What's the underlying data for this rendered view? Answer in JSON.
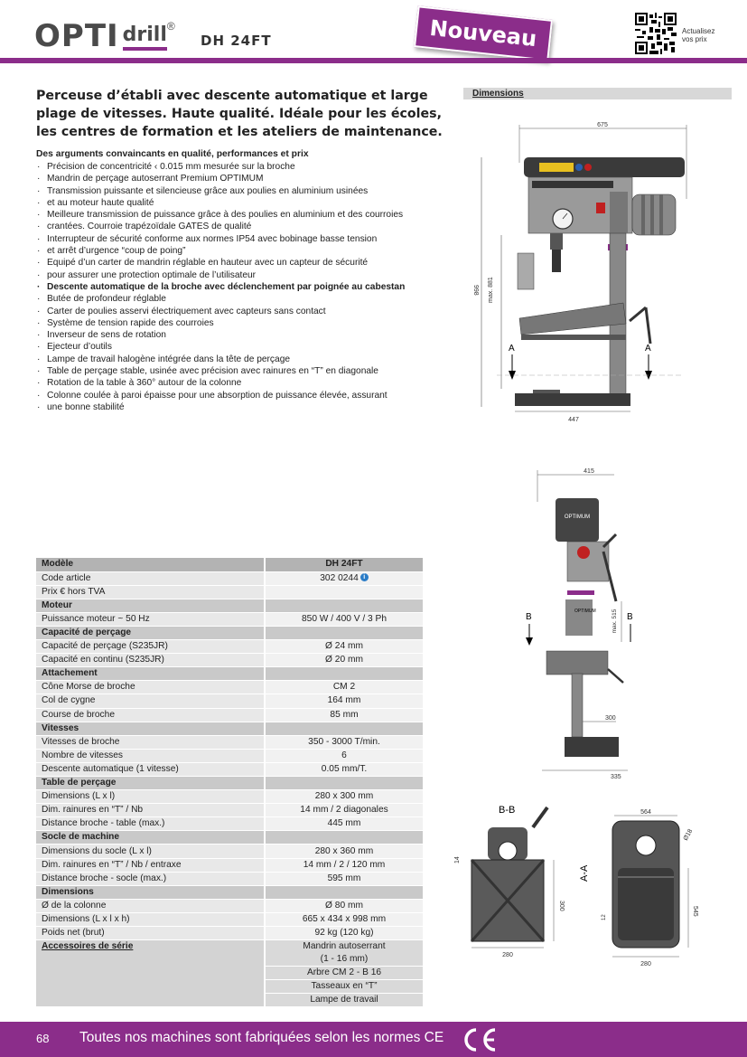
{
  "header": {
    "logo_opti": "OPTI",
    "logo_drill": "drill",
    "logo_reg": "®",
    "model": "DH 24FT",
    "badge": "Nouveau",
    "qr_caption_1": "Actualisez",
    "qr_caption_2": "vos prix"
  },
  "intro": {
    "title": "Perceuse d’établi avec descente automatique et large plage de vitesses. Haute qualité. Idéale pour les écoles, les centres de formation et les ateliers de maintenance.",
    "args_title": "Des arguments convaincants en qualité, performances et prix",
    "features": [
      {
        "text": "Précision de concentricité ‹ 0.015 mm mesurée sur la broche",
        "bold": false
      },
      {
        "text": "Mandrin de perçage autoserrant Premium OPTIMUM",
        "bold": false
      },
      {
        "text": "Transmission puissante et silencieuse grâce aux poulies en aluminium usinées",
        "bold": false
      },
      {
        "text": "et au moteur haute qualité",
        "bold": false
      },
      {
        "text": "Meilleure transmission de puissance grâce à des poulies en aluminium et des courroies",
        "bold": false
      },
      {
        "text": "crantées. Courroie trapézoïdale GATES de qualité",
        "bold": false
      },
      {
        "text": "Interrupteur de sécurité conforme aux normes IP54 avec bobinage basse tension",
        "bold": false
      },
      {
        "text": "et arrêt d’urgence “coup de poing”",
        "bold": false
      },
      {
        "text": "Equipé d’un carter de mandrin réglable en hauteur avec un capteur de sécurité",
        "bold": false
      },
      {
        "text": "pour assurer une protection optimale de l’utilisateur",
        "bold": false
      },
      {
        "text": "Descente automatique de la broche avec déclenchement par poignée au cabestan",
        "bold": true
      },
      {
        "text": "Butée de profondeur réglable",
        "bold": false
      },
      {
        "text": "Carter de poulies asservi électriquement avec capteurs sans contact",
        "bold": false
      },
      {
        "text": "Système de tension rapide des courroies",
        "bold": false
      },
      {
        "text": "Inverseur de sens de rotation",
        "bold": false
      },
      {
        "text": "Ejecteur d’outils",
        "bold": false
      },
      {
        "text": "Lampe de travail halogène intégrée dans la tête de perçage",
        "bold": false
      },
      {
        "text": "Table de perçage stable, usinée avec précision avec rainures en “T” en diagonale",
        "bold": false
      },
      {
        "text": "Rotation de la table à 360° autour de la colonne",
        "bold": false
      },
      {
        "text": "Colonne coulée à paroi épaisse pour une absorption de puissance élevée, assurant",
        "bold": false
      },
      {
        "text": "une bonne stabilité",
        "bold": false
      }
    ]
  },
  "dimensions_label": "Dimensions",
  "drawings": {
    "front": {
      "width_top": "675",
      "height_total": "998",
      "height_max": "max. 881",
      "section": "A",
      "base_width": "447"
    },
    "side": {
      "width_top": "415",
      "label_b": "B",
      "height_max": "max. 515",
      "column": "300",
      "base_width": "335",
      "brand": "OPTIMUM"
    },
    "section_bb": {
      "title": "B-B",
      "dim_side": "14",
      "height": "300",
      "width": "280"
    },
    "section_aa": {
      "title": "A-A",
      "top": "564",
      "diam": "Ø18",
      "small": "12",
      "height": "545",
      "width": "280"
    }
  },
  "spec_table": {
    "model_label": "Modèle",
    "model_value": "DH 24FT",
    "rows": [
      {
        "label": "Code article",
        "value": "302 0244",
        "type": "row",
        "info": true
      },
      {
        "label": "Prix € hors TVA",
        "value": "",
        "type": "row"
      },
      {
        "label": "Moteur",
        "value": "",
        "type": "section"
      },
      {
        "label": "Puissance moteur ~ 50 Hz",
        "value": "850 W / 400 V / 3 Ph",
        "type": "row"
      },
      {
        "label": "Capacité de perçage",
        "value": "",
        "type": "section"
      },
      {
        "label": "Capacité de perçage (S235JR)",
        "value": "Ø 24 mm",
        "type": "row"
      },
      {
        "label": "Capacité en continu (S235JR)",
        "value": "Ø 20 mm",
        "type": "row"
      },
      {
        "label": "Attachement",
        "value": "",
        "type": "section"
      },
      {
        "label": "Cône Morse de broche",
        "value": "CM 2",
        "type": "row"
      },
      {
        "label": "Col de cygne",
        "value": "164 mm",
        "type": "row"
      },
      {
        "label": "Course de broche",
        "value": "85 mm",
        "type": "row"
      },
      {
        "label": "Vitesses",
        "value": "",
        "type": "section"
      },
      {
        "label": "Vitesses de broche",
        "value": "350 - 3000 T/min.",
        "type": "row"
      },
      {
        "label": "Nombre de vitesses",
        "value": "6",
        "type": "row"
      },
      {
        "label": "Descente automatique (1 vitesse)",
        "value": "0.05 mm/T.",
        "type": "row"
      },
      {
        "label": "Table de perçage",
        "value": "",
        "type": "section"
      },
      {
        "label": "Dimensions (L x l)",
        "value": "280 x 300 mm",
        "type": "row"
      },
      {
        "label": "Dim. rainures en “T” / Nb",
        "value": "14 mm / 2 diagonales",
        "type": "row"
      },
      {
        "label": "Distance broche - table (max.)",
        "value": "445 mm",
        "type": "row"
      },
      {
        "label": "Socle de machine",
        "value": "",
        "type": "section"
      },
      {
        "label": "Dimensions du socle (L x l)",
        "value": "280 x 360 mm",
        "type": "row"
      },
      {
        "label": "Dim. rainures en “T” / Nb / entraxe",
        "value": "14 mm / 2 / 120 mm",
        "type": "row"
      },
      {
        "label": "Distance broche - socle (max.)",
        "value": "595 mm",
        "type": "row"
      },
      {
        "label": "Dimensions",
        "value": "",
        "type": "section"
      },
      {
        "label": "Ø de la colonne",
        "value": "Ø 80 mm",
        "type": "row"
      },
      {
        "label": "Dimensions (L x l x h)",
        "value": "665 x 434 x 998 mm",
        "type": "row"
      },
      {
        "label": "Poids net (brut)",
        "value": "92 kg (120 kg)",
        "type": "row"
      }
    ],
    "accessories_label": "Accessoires de série",
    "accessories": [
      "Mandrin autoserrant",
      "(1 - 16 mm)",
      "Arbre CM 2 - B 16",
      "Tasseaux en “T”",
      "Lampe de travail"
    ]
  },
  "footer": {
    "page": "68",
    "text": "Toutes nos machines sont fabriquées selon les normes CE",
    "ce_mark": "CE"
  },
  "colors": {
    "accent": "#8b2d8a",
    "table_header": "#b3b3b3",
    "table_section": "#c9c9c9"
  }
}
